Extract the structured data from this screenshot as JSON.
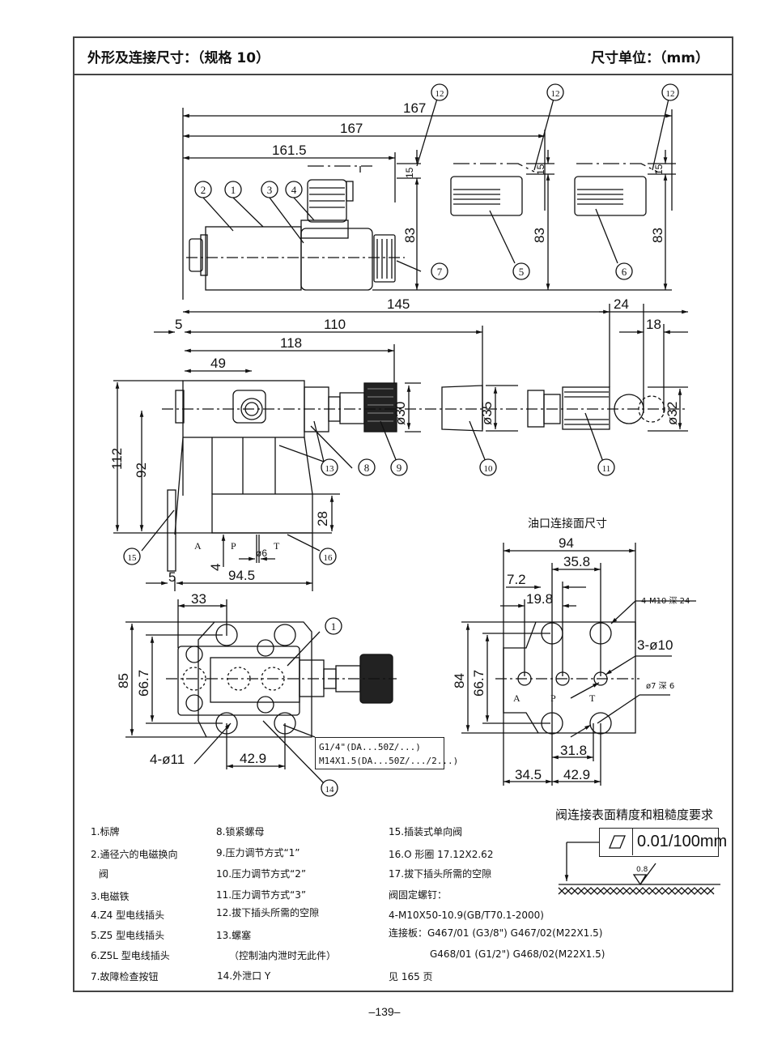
{
  "header": {
    "title": "外形及连接尺寸：（规格 10）",
    "unit": "尺寸单位：（mm）"
  },
  "drawing": {
    "top_view_dims": [
      "167",
      "167",
      "161.5",
      "15",
      "83",
      "15",
      "83",
      "15",
      "83"
    ],
    "side_view_dims": [
      "145",
      "110",
      "118",
      "49",
      "5",
      "24",
      "18",
      "ø30",
      "ø35",
      "ø32",
      "112",
      "92",
      "28",
      "4",
      "ø6",
      "5",
      "94.5"
    ],
    "bottom_view_dims": [
      "33",
      "85",
      "66.7",
      "4-ø11",
      "42.9"
    ],
    "port_labels": [
      "A",
      "P",
      "T"
    ],
    "callouts": [
      "1",
      "2",
      "3",
      "4",
      "5",
      "6",
      "7",
      "8",
      "9",
      "10",
      "11",
      "12",
      "13",
      "14",
      "15",
      "16"
    ],
    "thread_note": [
      "G1/4\"(DA...50Z/...)",
      "M14X1.5(DA...50Z/.../2...)"
    ]
  },
  "port_face": {
    "title": "油口连接面尺寸",
    "dims": [
      "94",
      "35.8",
      "7.2",
      "19.8",
      "84",
      "66.7",
      "31.8",
      "34.5",
      "42.9"
    ],
    "notes": [
      "4-M10 深 24",
      "3-ø10",
      "ø7 深 6"
    ],
    "port_labels": [
      "A",
      "P",
      "T"
    ]
  },
  "surface": {
    "title": "阀连接表面精度和粗糙度要求",
    "flatness": "0.01/100mm",
    "roughness": "0.8"
  },
  "legend": {
    "col1": [
      "1.标牌",
      "2.通径六的电磁换向",
      "阀",
      "3.电磁铁",
      "4.Z4 型电线插头",
      "5.Z5 型电线插头",
      "6.Z5L 型电线插头",
      "7.故障检查按钮"
    ],
    "col2": [
      "8.锁紧螺母",
      "9.压力调节方式“1”",
      "10.压力调节方式“2”",
      "11.压力调节方式“3”",
      "12.拔下插头所需的空隙",
      "13.螺塞",
      "（控制油内泄时无此件）",
      "14.外泄口 Y"
    ],
    "col3": [
      "15.插装式单向阀",
      "16.O 形圈 17.12X2.62",
      "17.拔下插头所需的空隙",
      "阀固定螺钉：",
      "4-M10X50-10.9(GB/T70.1-2000)",
      "连接板：G467/01 (G3/8\")  G467/02(M22X1.5)",
      "G468/01 (G1/2\")  G468/02(M22X1.5)",
      "见 165 页"
    ]
  },
  "footer": {
    "page": "–139–"
  }
}
